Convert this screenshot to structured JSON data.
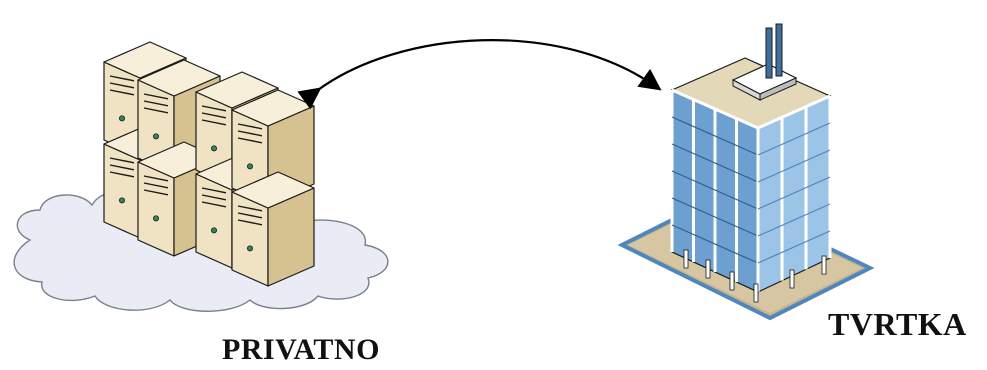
{
  "nodes": {
    "private": {
      "label": "PRIVATNO",
      "icon": "server-cluster-cloud-icon"
    },
    "company": {
      "label": "TVRTKA",
      "icon": "office-building-icon"
    }
  },
  "connection": {
    "type": "bidirectional-arrow",
    "from": "private",
    "to": "company"
  },
  "colors": {
    "server_body": "#efe3c4",
    "server_side": "#d6c190",
    "server_top": "#f7efd9",
    "server_outline": "#1a1a1a",
    "server_led": "#2f8a5a",
    "cloud_fill": "#e9ecf5",
    "cloud_outline": "#7a7f8c",
    "glass": "#7fb0d9",
    "glass_dark": "#4f86bd",
    "building_frame": "#ffffff",
    "roof": "#e3d8b8",
    "base": "#c8b48e",
    "base_edge": "#4f86bd",
    "arrow": "#000000"
  }
}
